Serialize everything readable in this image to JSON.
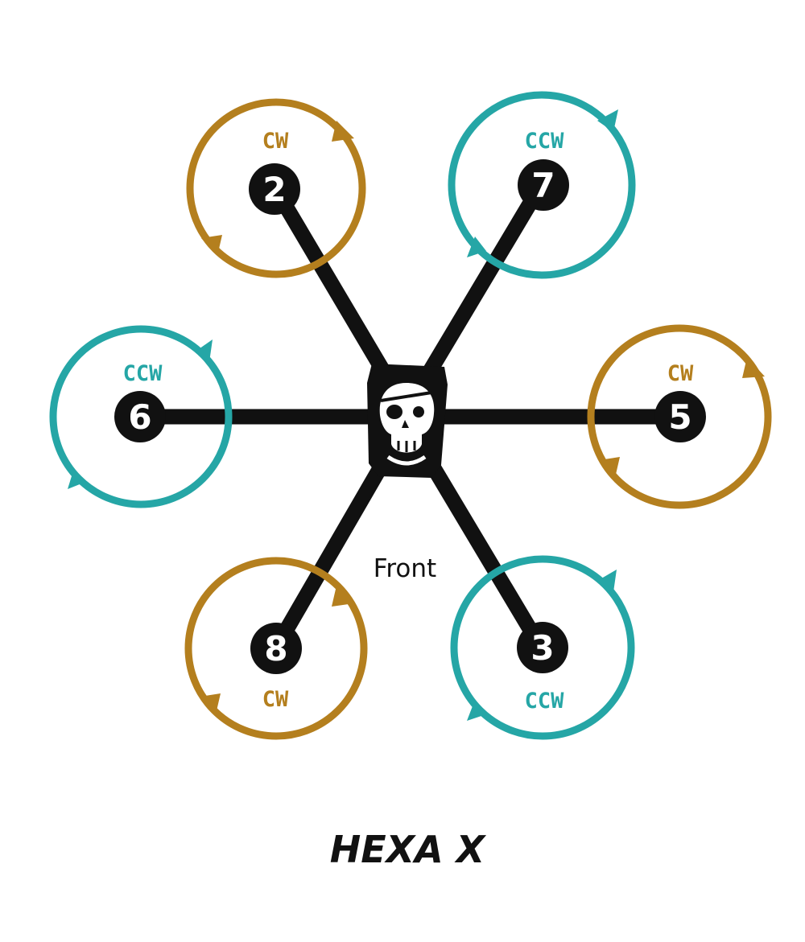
{
  "title": "HEXA X",
  "front_label": "Front",
  "colors": {
    "cw": "#B47F1E",
    "ccw": "#25A6A6",
    "frame": "#111111",
    "motor_text": "#ffffff"
  },
  "motors": [
    {
      "number": "2",
      "rotation": "CW"
    },
    {
      "number": "7",
      "rotation": "CCW"
    },
    {
      "number": "6",
      "rotation": "CCW"
    },
    {
      "number": "5",
      "rotation": "CW"
    },
    {
      "number": "8",
      "rotation": "CW"
    },
    {
      "number": "3",
      "rotation": "CCW"
    }
  ],
  "icons": {
    "center": "skull-eyepatch-icon"
  }
}
